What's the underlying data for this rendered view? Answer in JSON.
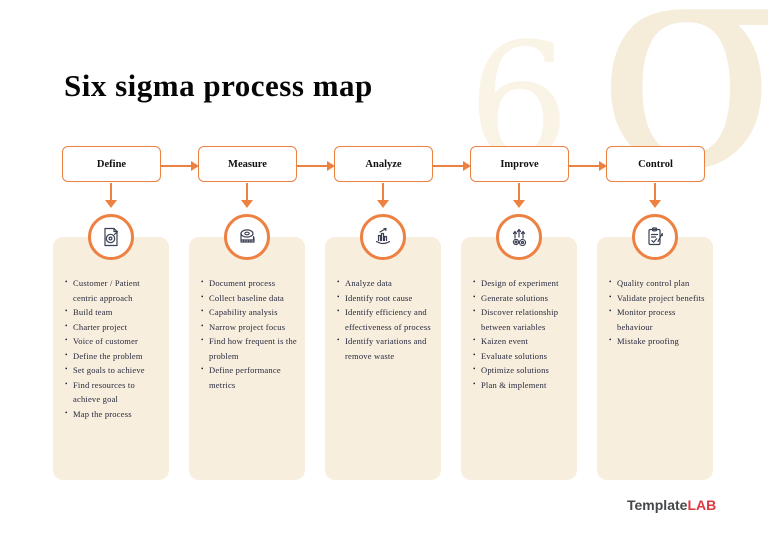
{
  "title": "Six sigma process map",
  "watermark": {
    "six": "6",
    "sigma": "σ"
  },
  "colors": {
    "accent": "#ED8141",
    "card": "#F7EEDE",
    "text": "#26283C",
    "brand_red": "#E0393E"
  },
  "footer": {
    "brand_primary": "Template",
    "brand_accent": "LAB"
  },
  "columns": [
    {
      "label": "Define",
      "icon": "target-document-icon",
      "items": [
        "Customer / Patient centric approach",
        "Build team",
        "Charter project",
        "Voice of customer",
        "Define the problem",
        "Set goals to achieve",
        "Find resources to achieve goal",
        "Map the process"
      ]
    },
    {
      "label": "Measure",
      "icon": "measuring-tape-icon",
      "items": [
        "Document process",
        "Collect baseline data",
        "Capability analysis",
        "Narrow project focus",
        "Find how frequent is the problem",
        "Define performance metrics"
      ]
    },
    {
      "label": "Analyze",
      "icon": "bar-chart-hand-icon",
      "items": [
        "Analyze data",
        "Identify root cause",
        "Identify efficiency and effectiveness of process",
        "Identify variations and remove waste"
      ]
    },
    {
      "label": "Improve",
      "icon": "gears-up-arrows-icon",
      "items": [
        "Design of experiment",
        "Generate solutions",
        "Discover relationship between variables",
        "Kaizen event",
        "Evaluate solutions",
        "Optimize solutions",
        "Plan & implement"
      ]
    },
    {
      "label": "Control",
      "icon": "clipboard-check-icon",
      "items": [
        "Quality control plan",
        "Validate project benefits",
        "Monitor process behaviour",
        "Mistake proofing"
      ]
    }
  ]
}
